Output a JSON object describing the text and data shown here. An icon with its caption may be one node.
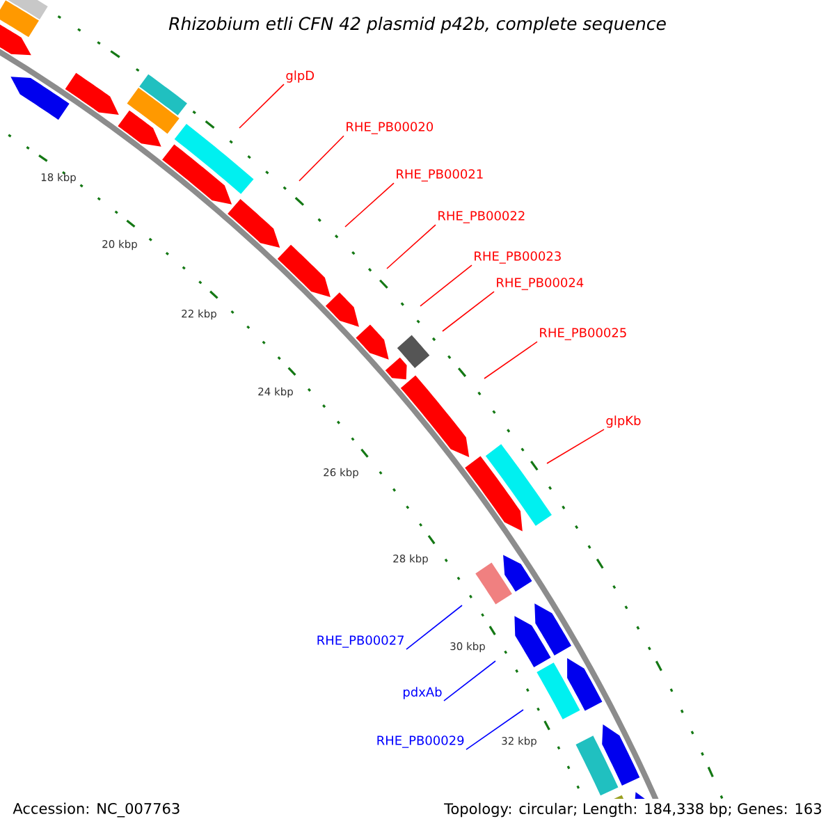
{
  "diagram": {
    "title": "Rhizobium etli CFN 42 plasmid p42b, complete sequence",
    "nodes": [
      {
        "text": [
          "glpD"
        ]
      },
      {
        "text": [
          "RHE_PB00020"
        ]
      },
      {
        "text": [
          "RHE_PB00021"
        ]
      },
      {
        "text": [
          "RHE_PB00022"
        ]
      },
      {
        "text": [
          "RHE_PB00023"
        ]
      },
      {
        "text": [
          "RHE_PB00024"
        ]
      },
      {
        "text": [
          "RHE_PB00025"
        ]
      },
      {
        "text": [
          "glpKb"
        ]
      },
      {
        "text": [
          "RHE_PB00027"
        ]
      },
      {
        "text": [
          "pdxAb"
        ]
      },
      {
        "text": [
          "RHE_PB00029"
        ]
      }
    ],
    "edges": [
      {
        "from": 0,
        "to": null,
        "arrow": "none"
      },
      {
        "from": 1,
        "to": null,
        "arrow": "none"
      },
      {
        "from": 2,
        "to": null,
        "arrow": "none"
      },
      {
        "from": 3,
        "to": null,
        "arrow": "none"
      },
      {
        "from": 4,
        "to": null,
        "arrow": "none"
      },
      {
        "from": 5,
        "to": null,
        "arrow": "none"
      },
      {
        "from": 6,
        "to": null,
        "arrow": "none"
      },
      {
        "from": 7,
        "to": null,
        "arrow": "none"
      },
      {
        "from": 8,
        "to": null,
        "arrow": "none",
        "color": "#0000ff"
      },
      {
        "from": 9,
        "to": null,
        "arrow": "none",
        "color": "#0000ff"
      },
      {
        "from": 10,
        "to": null,
        "arrow": "none",
        "color": "#0000ff"
      }
    ],
    "labels": [
      "18 kbp",
      "20 kbp",
      "22 kbp",
      "24 kbp",
      "26 kbp",
      "28 kbp",
      "30 kbp",
      "32 kbp",
      "Accession: NC_007763",
      "Topology: circular; Length: 184,338 bp; Genes: 163"
    ]
  }
}
